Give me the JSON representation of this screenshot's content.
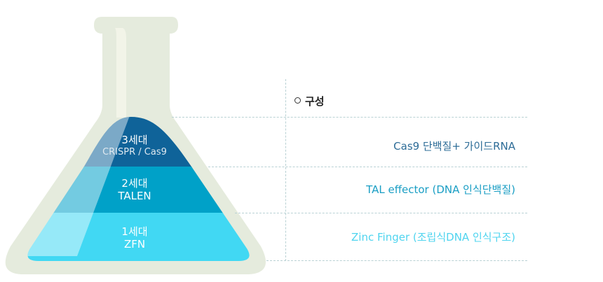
{
  "colors": {
    "gen3": "#0f6399",
    "gen2": "#00a1c8",
    "gen1": "#41d8f3",
    "flask": "#e5ebdd",
    "dash": "#b9d1d4"
  },
  "header": {
    "label": "구성"
  },
  "generations": [
    {
      "gen": "3세대",
      "name": "CRISPR / Cas9",
      "component": "Cas9 단백질+ 가이드RNA",
      "component_color": "#2d6c97"
    },
    {
      "gen": "2세대",
      "name": "TALEN",
      "component": "TAL effector (DNA 인식단백질)",
      "component_color": "#1a9ec4"
    },
    {
      "gen": "1세대",
      "name": "ZFN",
      "component": "Zinc Finger (조립식DNA 인식구조)",
      "component_color": "#4fd4ef"
    }
  ]
}
